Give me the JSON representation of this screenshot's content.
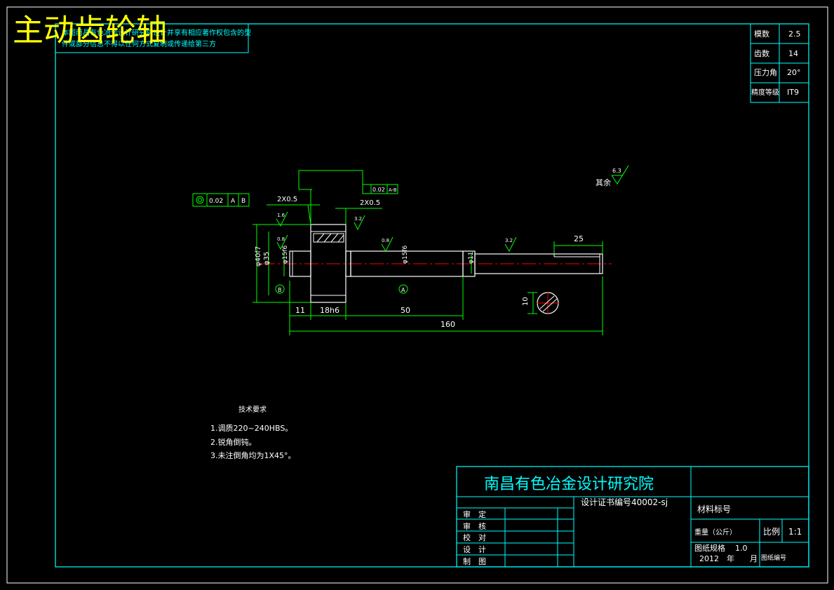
{
  "drawing_title": "主动齿轮轴",
  "notice": {
    "line1": "本图南昌有色冶金设计研究院设计并享有相应著作权包含的型",
    "line2": "件或部分信息不得以任何方式复制或传递给第三方"
  },
  "gear_params": [
    {
      "label": "模数",
      "value": "2.5"
    },
    {
      "label": "齿数",
      "value": "14"
    },
    {
      "label": "压力角",
      "value": "20°"
    },
    {
      "label": "精度等级",
      "value": "IT9"
    }
  ],
  "surface_finish_rest": {
    "label": "其余",
    "value": "6.3"
  },
  "tolerance_frames": {
    "runout": {
      "tol": "0.02",
      "datum1": "A",
      "datum2": "B"
    },
    "circular_runout": {
      "tol": "0.02",
      "datum": "A-B"
    }
  },
  "dimensions": {
    "chamfer_left": "2X0.5",
    "chamfer_right": "2X0.5",
    "dia_tip": "φ40f7",
    "dia_35": "φ35",
    "dia_bearing_left": "φ15f6",
    "dia_bearing_right": "φ15f6",
    "dia_end": "φ11",
    "len_11": "11",
    "len_gear": "18h6",
    "len_50": "50",
    "len_total": "160",
    "len_key": "25",
    "key_depth": "10"
  },
  "roughness": [
    "1.6",
    "0.8",
    "3.2",
    "0.8",
    "3.2"
  ],
  "datum_labels": {
    "left": "B",
    "right": "A"
  },
  "tech_requirements": {
    "heading": "技术要求",
    "items": [
      "1.调质220~240HBS。",
      "2.锐角倒钝。",
      "3.未注倒角均为1X45°。"
    ]
  },
  "title_block": {
    "institute": "南昌有色冶金设计研究院",
    "cert_no": "设计证书编号40002-sj",
    "material_label": "材料标号",
    "roles": [
      "审　定",
      "审　核",
      "校　对",
      "设　计",
      "制　图"
    ],
    "weight_label": "重量（公斤）",
    "scale_label": "比例",
    "scale_value": "1:1",
    "sheet_spec_label": "图纸规格",
    "sheet_spec_value": "1.0",
    "date": "2012　年　　月",
    "drawing_no_label": "图纸编号"
  }
}
